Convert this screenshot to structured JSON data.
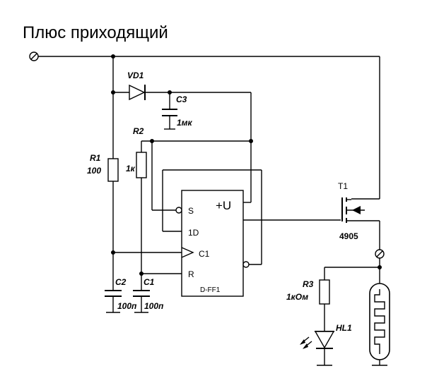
{
  "title": "Плюс приходящий",
  "components": {
    "vd1": "VD1",
    "c3": "C3",
    "c3_value": "1мк",
    "r2": "R2",
    "r2_value": "1к",
    "r1": "R1",
    "r1_value": "100",
    "c2": "C2",
    "c2_value": "100п",
    "c1": "C1",
    "c1_value": "100п",
    "r3": "R3",
    "r3_value": "1кОм",
    "hl1": "HL1",
    "t1": "T1",
    "t1_value": "4905"
  },
  "trigger": {
    "name": "D-FF1",
    "power_label": "+U",
    "pin_s": "S",
    "pin_d": "1D",
    "pin_c": "C1",
    "pin_r": "R"
  }
}
